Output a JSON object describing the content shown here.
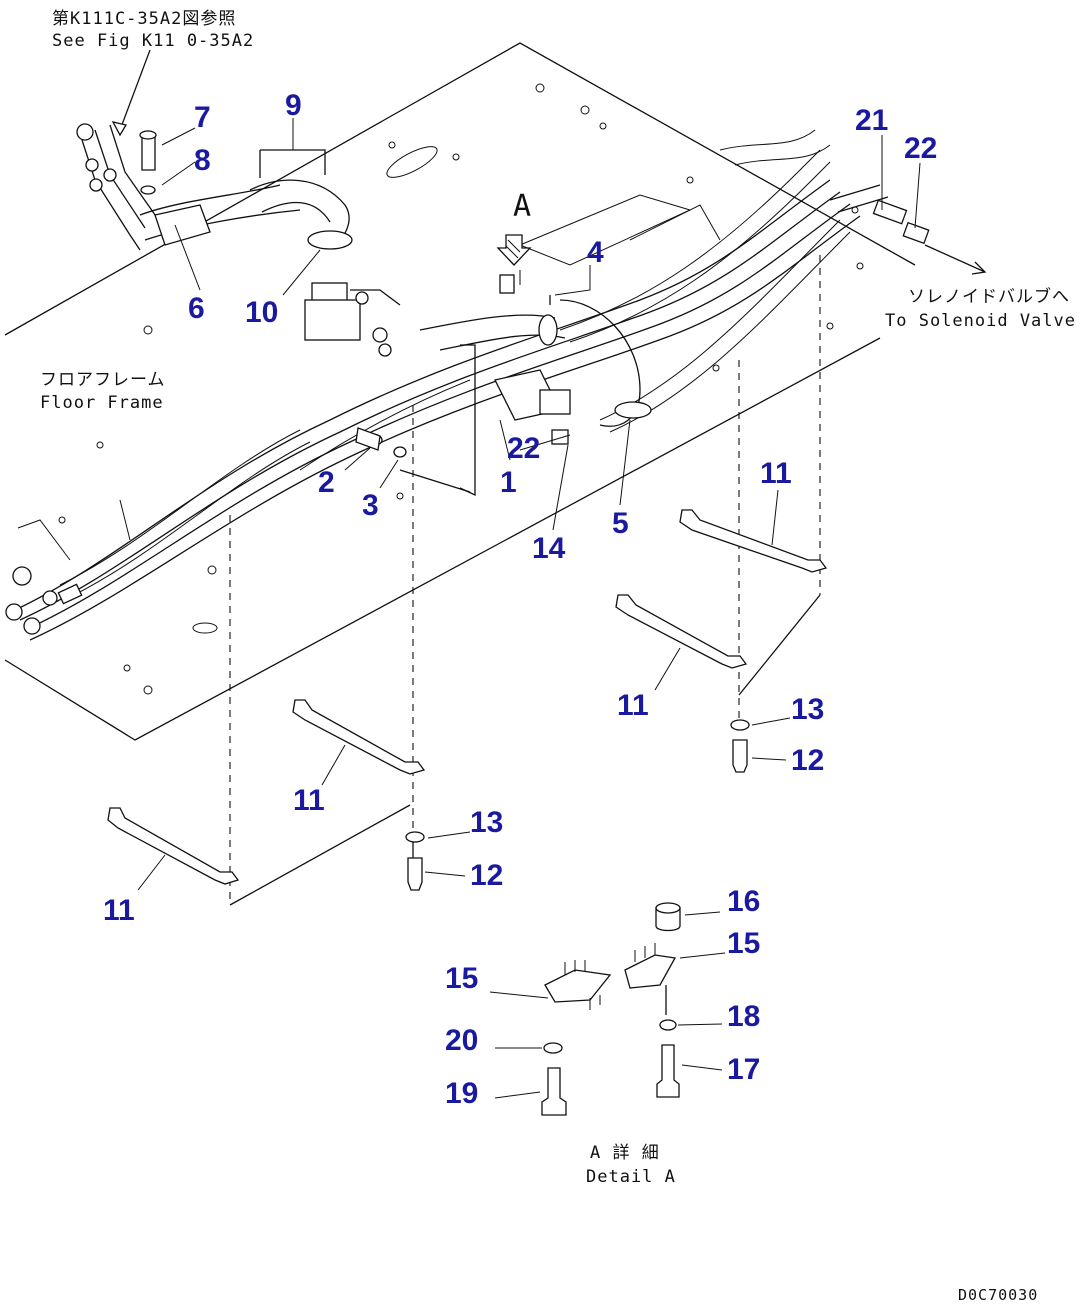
{
  "notes": {
    "ref_fig_jp": "第K111C-35A2図参照",
    "ref_fig_en": "See Fig K11 0-35A2",
    "floor_frame_jp": "フロアフレーム",
    "floor_frame_en": "Floor Frame",
    "solenoid_jp": "ソレノイドバルブへ",
    "solenoid_en": "To Solenoid Valve",
    "detail_marker": "A",
    "detail_jp": "A 詳 細",
    "detail_en": "Detail A",
    "drawing_code": "D0C70030"
  },
  "callouts": [
    {
      "id": "c7",
      "label": "7"
    },
    {
      "id": "c8",
      "label": "8"
    },
    {
      "id": "c9",
      "label": "9"
    },
    {
      "id": "c6",
      "label": "6"
    },
    {
      "id": "c10",
      "label": "10"
    },
    {
      "id": "c4",
      "label": "4"
    },
    {
      "id": "c21",
      "label": "21"
    },
    {
      "id": "c22a",
      "label": "22"
    },
    {
      "id": "c22b",
      "label": "22"
    },
    {
      "id": "c1",
      "label": "1"
    },
    {
      "id": "c2",
      "label": "2"
    },
    {
      "id": "c3",
      "label": "3"
    },
    {
      "id": "c5",
      "label": "5"
    },
    {
      "id": "c14",
      "label": "14"
    },
    {
      "id": "c11a",
      "label": "11"
    },
    {
      "id": "c11b",
      "label": "11"
    },
    {
      "id": "c11c",
      "label": "11"
    },
    {
      "id": "c11d",
      "label": "11"
    },
    {
      "id": "c13a",
      "label": "13"
    },
    {
      "id": "c12a",
      "label": "12"
    },
    {
      "id": "c13b",
      "label": "13"
    },
    {
      "id": "c12b",
      "label": "12"
    },
    {
      "id": "c16",
      "label": "16"
    },
    {
      "id": "c15a",
      "label": "15"
    },
    {
      "id": "c15b",
      "label": "15"
    },
    {
      "id": "c18",
      "label": "18"
    },
    {
      "id": "c20",
      "label": "20"
    },
    {
      "id": "c17",
      "label": "17"
    },
    {
      "id": "c19",
      "label": "19"
    }
  ]
}
